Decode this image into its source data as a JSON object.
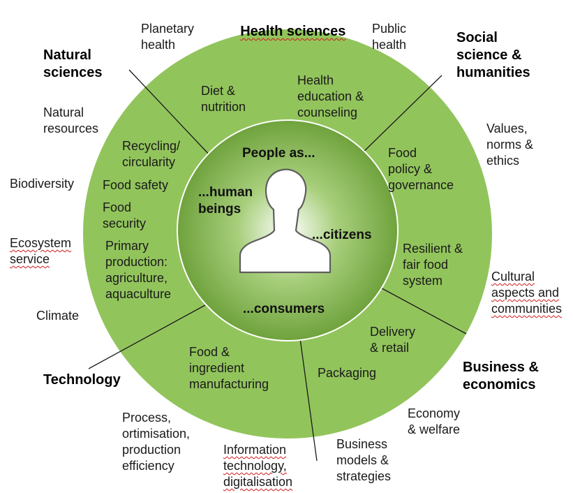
{
  "colors": {
    "outer_ring": "#92c45c",
    "ring_border": "#ffffff",
    "inner_edge": "#6fa23d",
    "inner_mid": "#a8cf7c",
    "inner_center": "#ffffff",
    "divider": "#1a1a1a",
    "spellcheck_underline": "#d01818"
  },
  "icons": {
    "center": "person-silhouette-icon"
  },
  "disciplines": {
    "health": "Health sciences",
    "social": "Social\nscience &\nhumanities",
    "natural": "Natural\nsciences",
    "business": "Business &\neconomics",
    "technology": "Technology"
  },
  "outer_topics": {
    "planetary_health": "Planetary\nhealth",
    "public_health": "Public\nhealth",
    "natural_resources": "Natural\nresources",
    "values_norms": "Values,\nnorms &\nethics",
    "biodiversity": "Biodiversity",
    "ecosystem_service": "Ecosystem\nservice",
    "cultural_aspects": "Cultural\naspects and\ncommunities",
    "climate": "Climate",
    "process_optimisation": "Process,\nortimisation,\nproduction\nefficiency",
    "information_technology": "Information\ntechnology,\ndigitalisation",
    "business_models": "Business\nmodels &\nstrategies",
    "economy_welfare": "Economy\n& welfare"
  },
  "ring_topics": {
    "diet": "Diet &\nnutrition",
    "health_education": "Health\neducation &\ncounseling",
    "recycling": "Recycling/\ncircularity",
    "food_safety": "Food safety",
    "food_security": "Food\nsecurity",
    "primary_production": "Primary\nproduction:\nagriculture,\naquaculture",
    "food_policy": "Food\npolicy &\ngovernance",
    "resilient_food": "Resilient &\nfair food\nsystem",
    "delivery": "Delivery\n& retail",
    "packaging": "Packaging",
    "manufacturing": "Food &\ningredient\nmanufacturing"
  },
  "center": {
    "people_as": "People as...",
    "human_beings": "...human\nbeings",
    "citizens": "...citizens",
    "consumers": "...consumers"
  }
}
